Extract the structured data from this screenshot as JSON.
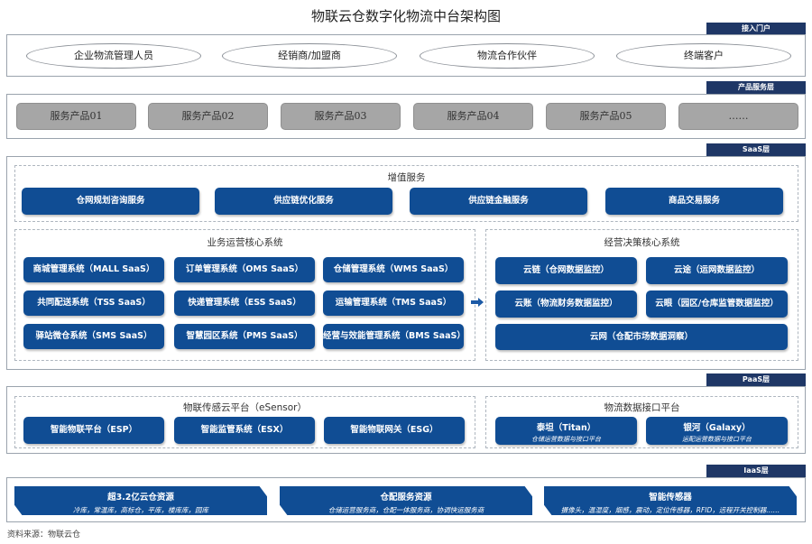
{
  "title": "物联云仓数字化物流中台架构图",
  "layers": {
    "access": "接入门户",
    "product": "产品服务层",
    "saas": "SaaS层",
    "paas": "PaaS层",
    "iaas": "IaaS层"
  },
  "access_users": [
    "企业物流管理人员",
    "经销商/加盟商",
    "物流合作伙伴",
    "终端客户"
  ],
  "products": [
    "服务产品01",
    "服务产品02",
    "服务产品03",
    "服务产品04",
    "服务产品05",
    "……"
  ],
  "value_added": {
    "title": "增值服务",
    "items": [
      "仓网规划咨询服务",
      "供应链优化服务",
      "供应链金融服务",
      "商品交易服务"
    ]
  },
  "ops_core": {
    "title": "业务运营核心系统",
    "items": [
      "商城管理系统（MALL SaaS）",
      "订单管理系统（OMS SaaS）",
      "仓储管理系统（WMS SaaS）",
      "共同配送系统（TSS SaaS）",
      "快递管理系统（ESS SaaS）",
      "运输管理系统（TMS SaaS）",
      "驿站微仓系统（SMS SaaS）",
      "智慧园区系统（PMS SaaS）",
      "经营与效能管理系统（BMS SaaS）"
    ]
  },
  "decision_core": {
    "title": "经营决策核心系统",
    "items": [
      "云链（仓网数据监控）",
      "云途（运网数据监控）",
      "云账（物流财务数据监控）",
      "云眼（园区/仓库监管数据监控）",
      "云网（仓配市场数据洞察）"
    ]
  },
  "esensor": {
    "title": "物联传感云平台（eSensor）",
    "items": [
      "智能物联平台（ESP）",
      "智能监管系统（ESX）",
      "智能物联网关（ESG）"
    ]
  },
  "data_api": {
    "title": "物流数据接口平台",
    "items": [
      {
        "name": "泰坦（Titan）",
        "sub": "仓储运营数据与接口平台"
      },
      {
        "name": "银河（Galaxy）",
        "sub": "运配运营数据与接口平台"
      }
    ]
  },
  "iaas_items": [
    {
      "name": "超3.2亿云仓资源",
      "sub": "冷库，常温库，高标仓，平库，楼库库，园库"
    },
    {
      "name": "仓配服务资源",
      "sub": "仓储运营服务商，仓配一体服务商，协调快运服务商"
    },
    {
      "name": "智能传感器",
      "sub": "摄像头，温湿度，烟感，震动，定位传感器，RFID，远程开关控制器……"
    }
  ],
  "source": "资料来源：物联云仓",
  "colors": {
    "primary": "#104d94",
    "tag": "#1f3766",
    "product_button": "#a6a6a6"
  }
}
